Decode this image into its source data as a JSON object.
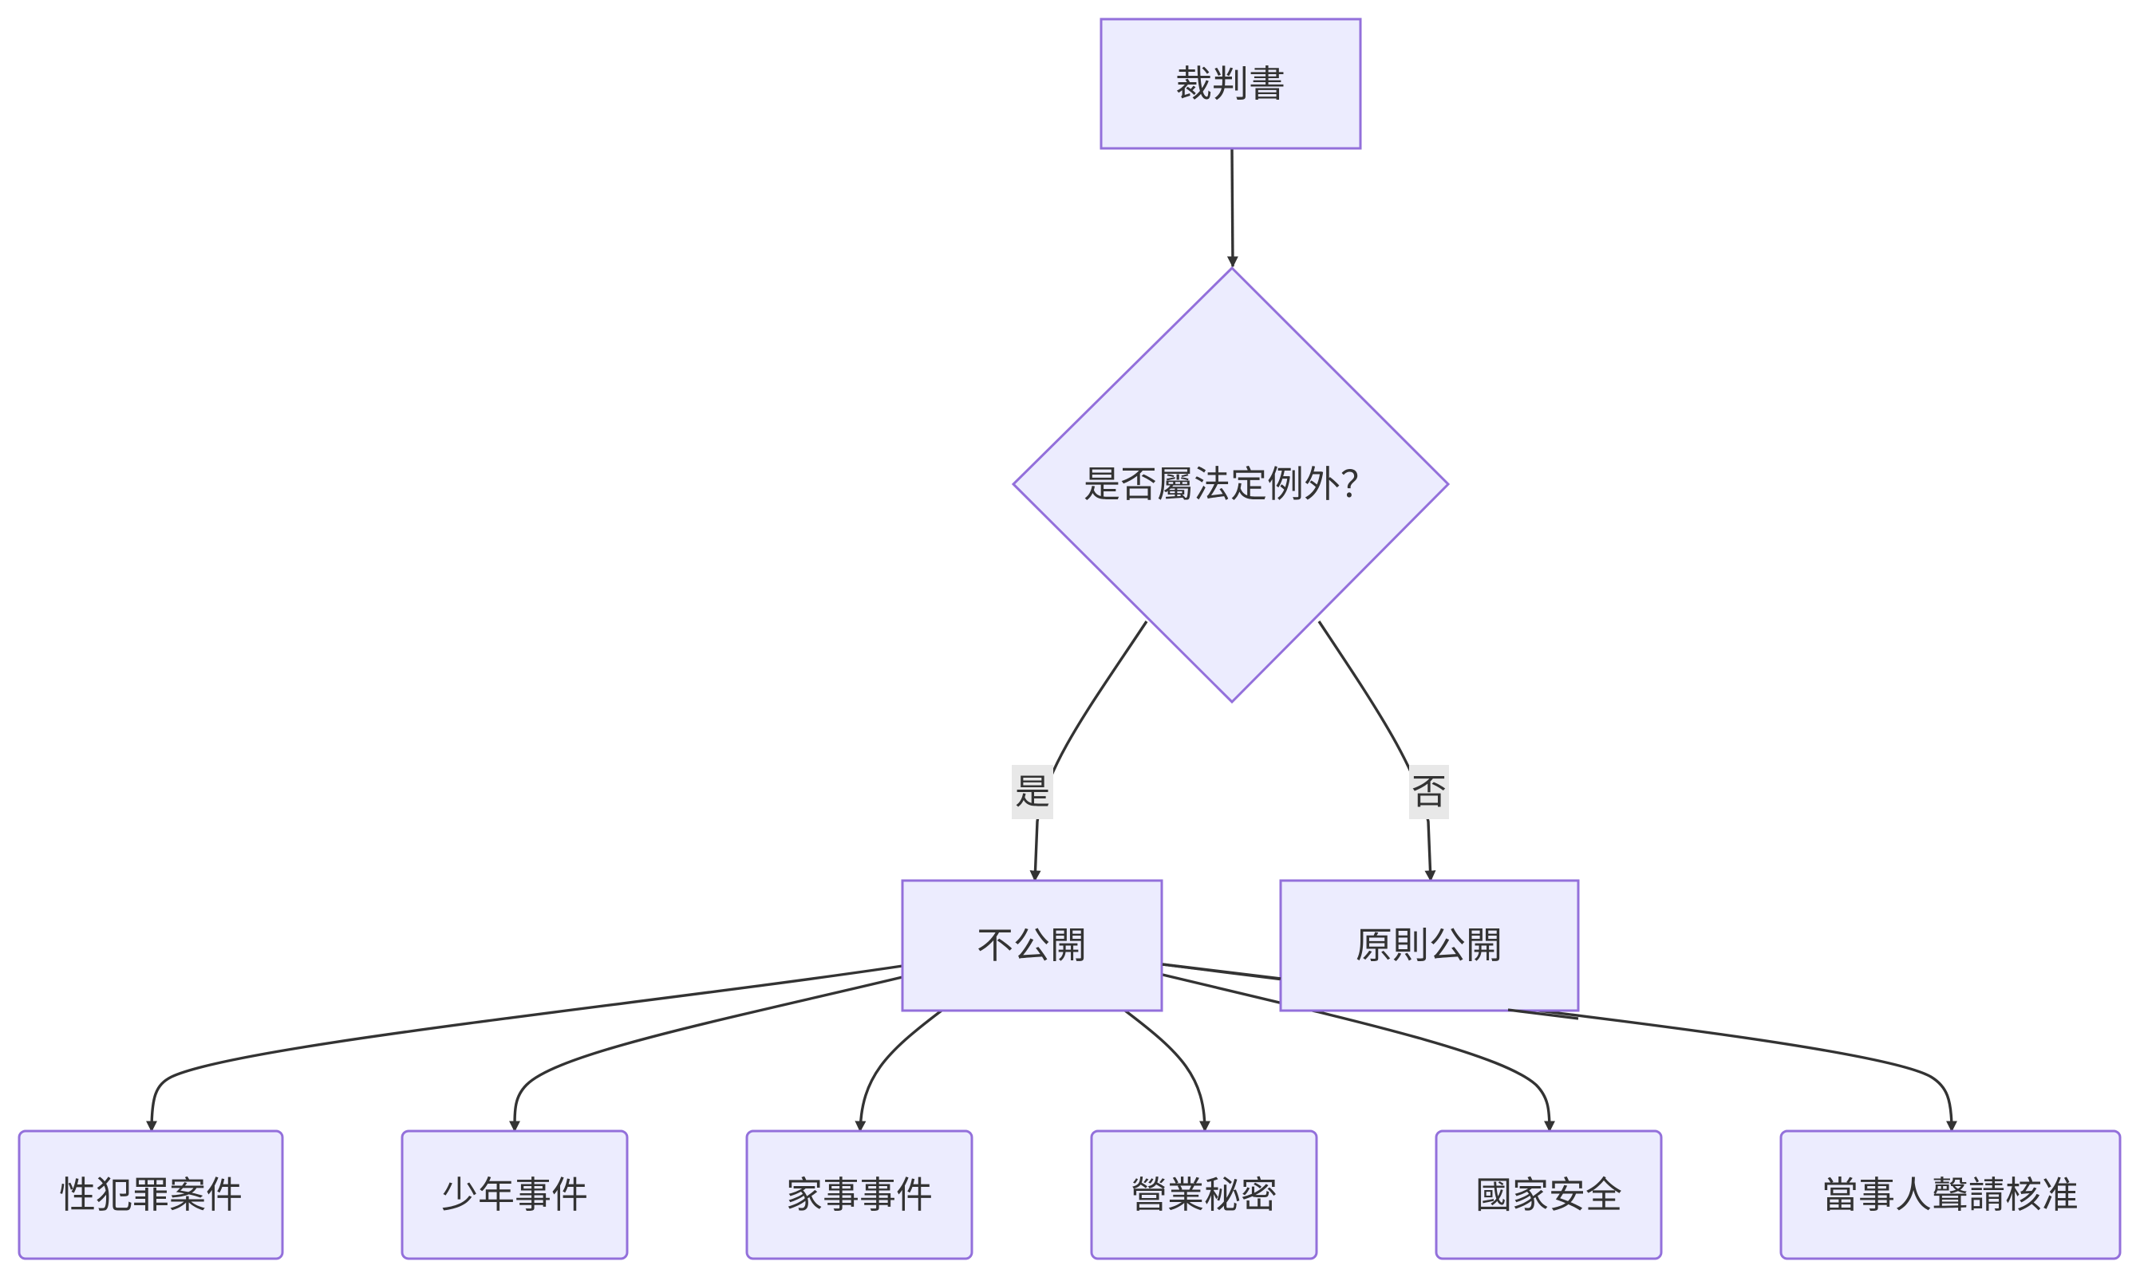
{
  "colors": {
    "node_fill": "#ececfe",
    "node_stroke": "#9370db",
    "edge": "#333333",
    "text": "#333333",
    "label_bg": "#e8e8e8"
  },
  "nodes": {
    "judgment": "裁判書",
    "decision": "是否屬法定例外？",
    "not_public": "不公開",
    "public": "原則公開",
    "sex_crime": "性犯罪案件",
    "juvenile": "少年事件",
    "family": "家事事件",
    "trade_secret": "營業秘密",
    "national_security": "國家安全",
    "party_request": "當事人聲請核准"
  },
  "edge_labels": {
    "yes": "是",
    "no": "否"
  }
}
